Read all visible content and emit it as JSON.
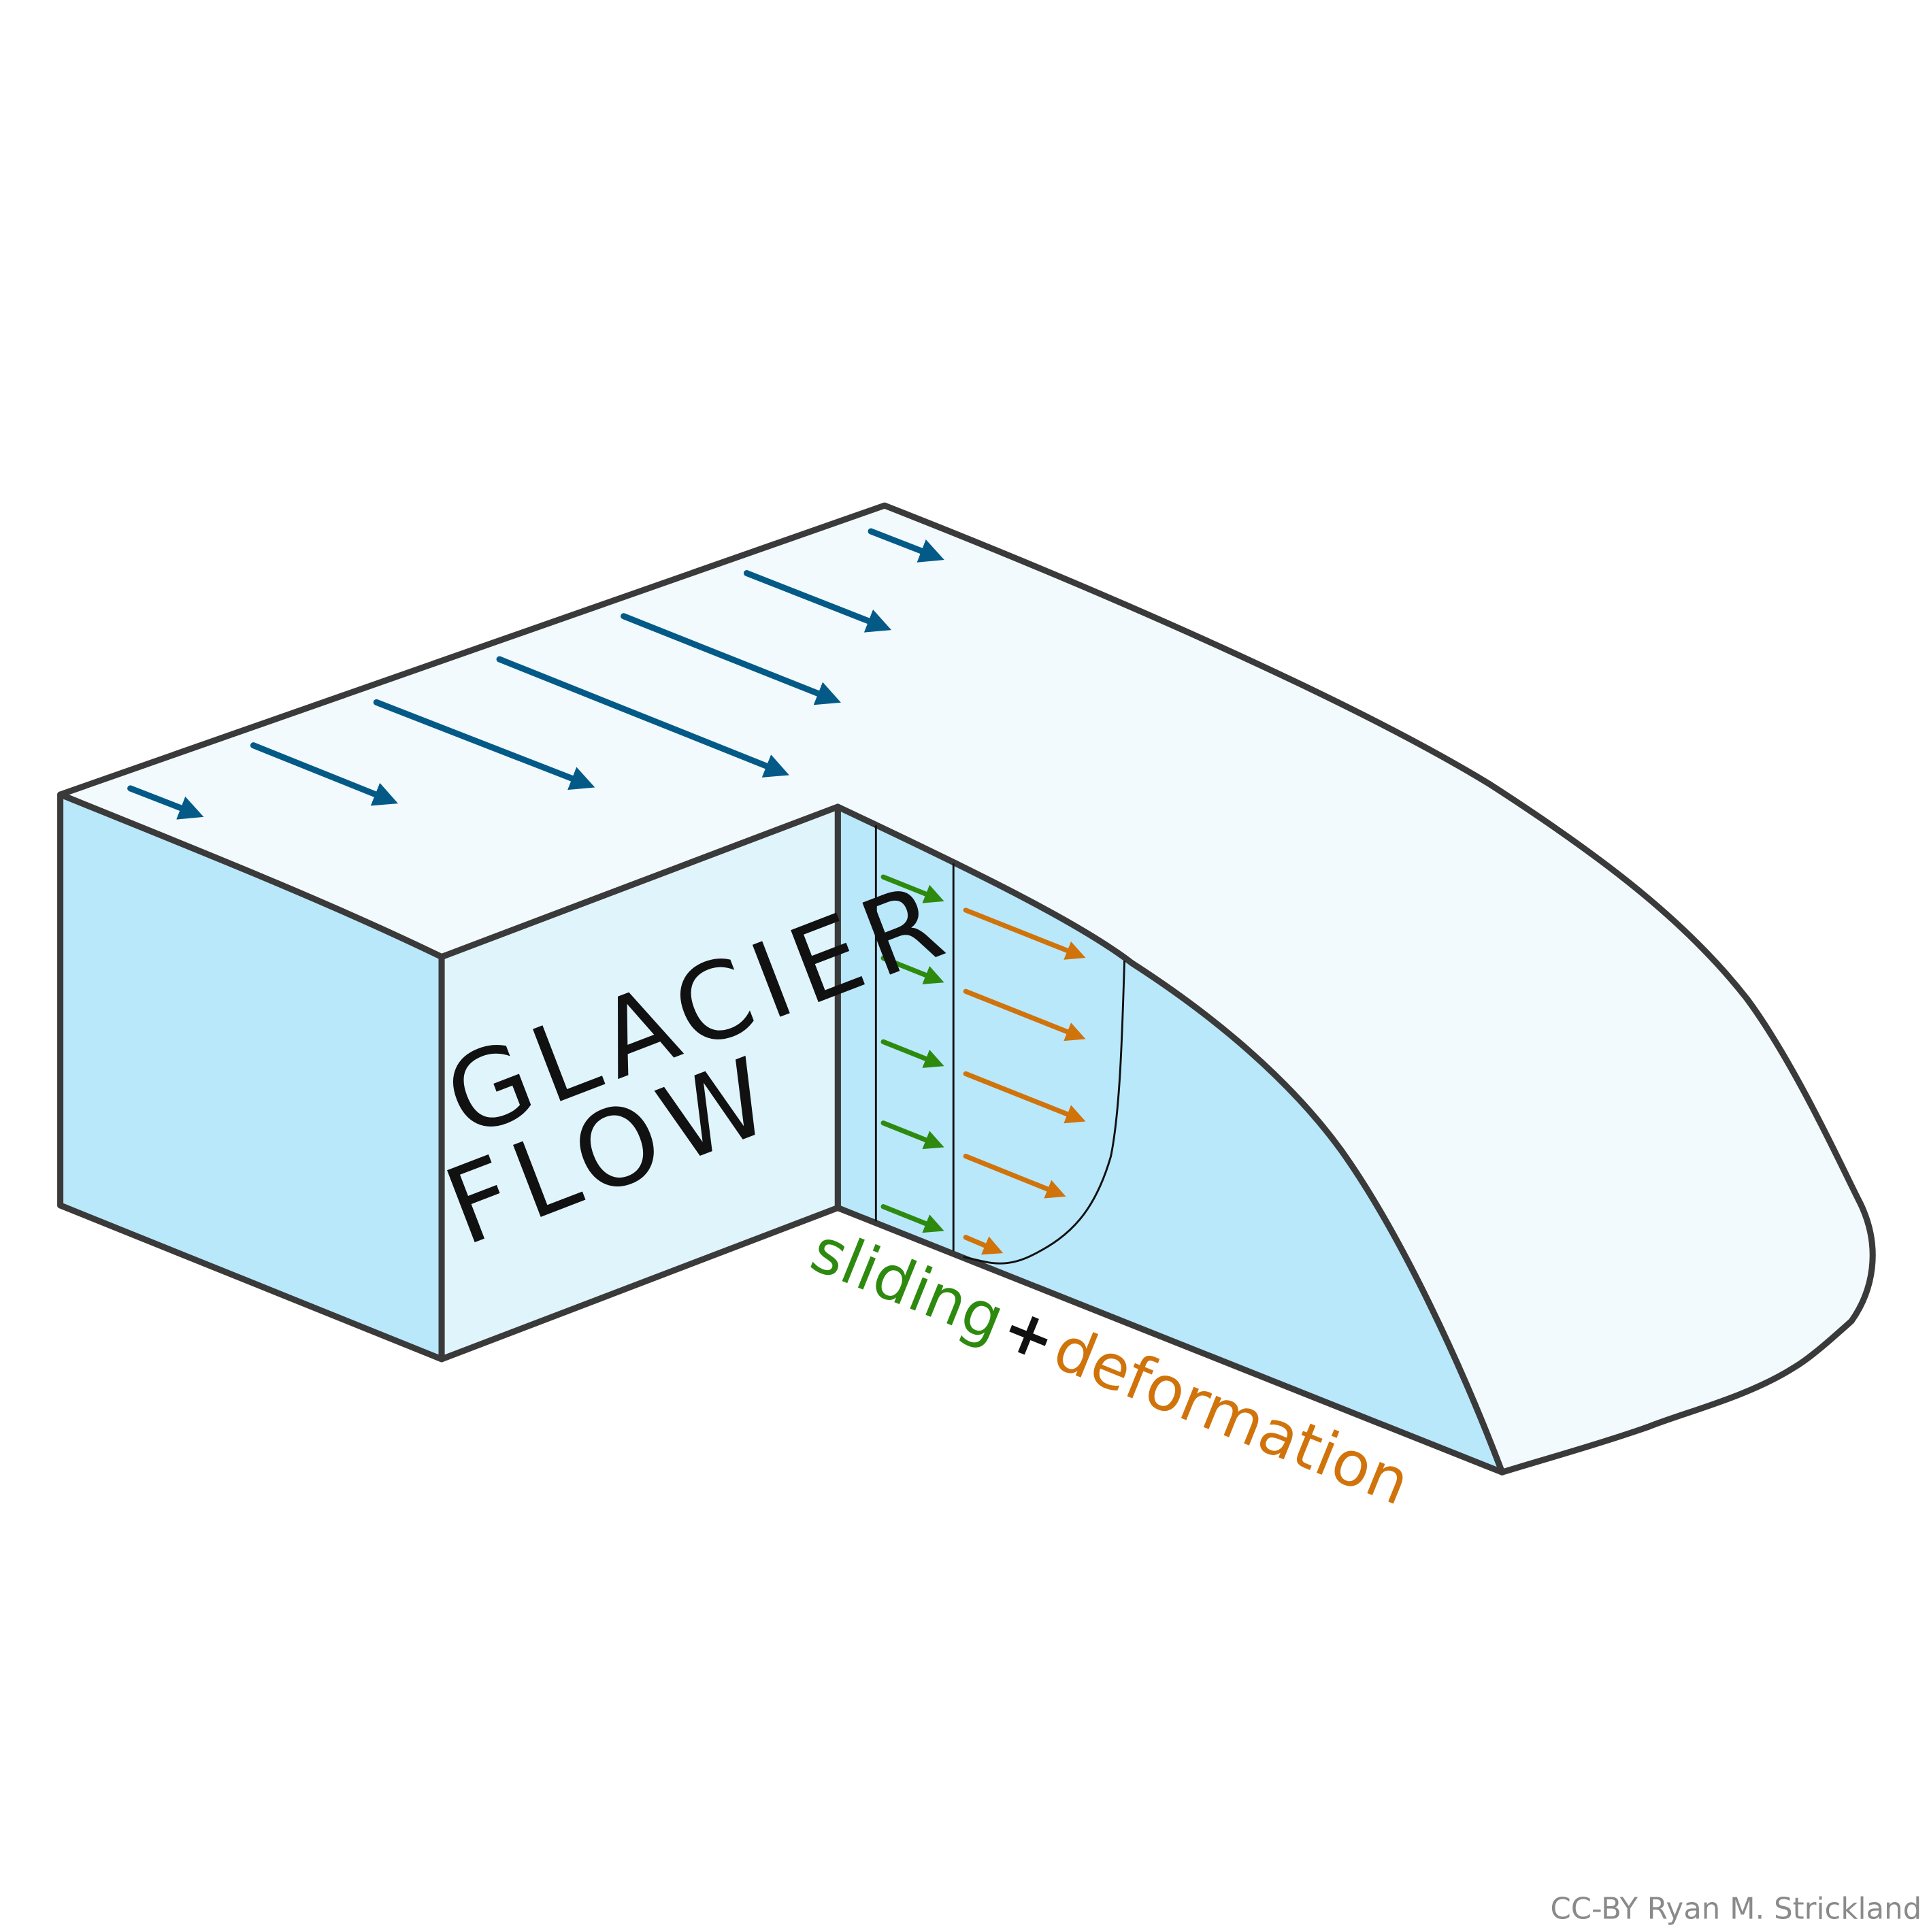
{
  "title_line1": "GLACIER",
  "title_line2": "FLOW",
  "label_sliding": "sliding",
  "label_plus": "+",
  "label_deformation": "deformation",
  "credit": "CC-BY Ryan M. Strickland",
  "colors": {
    "outline": "#3a3a3a",
    "top_surface": "#f2fafd",
    "side_dark": "#b9e8fb",
    "side_light": "#e0f4fc",
    "surface_arrow": "#045a87",
    "sliding": "#2e8a0f",
    "deformation": "#d0730b",
    "plus": "#111111",
    "credit": "#8a8a8a"
  },
  "icons": {
    "surface_arrows": "arrow-right-down",
    "velocity_profile": "curve"
  }
}
